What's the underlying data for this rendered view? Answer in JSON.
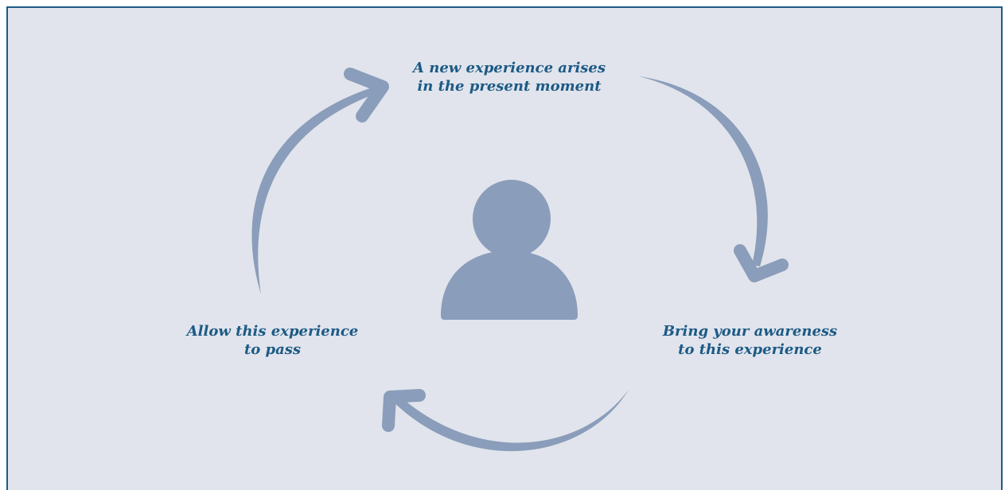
{
  "diagram": {
    "steps": [
      {
        "lines": [
          "A new experience arises",
          "in the present moment"
        ]
      },
      {
        "lines": [
          "Bring your awareness",
          "to this experience"
        ]
      },
      {
        "lines": [
          "Allow this experience",
          "to pass"
        ]
      }
    ],
    "center_icon": "person-icon",
    "colors": {
      "background": "#e1e4ec",
      "border": "#1f5a85",
      "text": "#1c5a85",
      "arrow": "#8a9dba",
      "icon": "#8a9dba"
    }
  }
}
